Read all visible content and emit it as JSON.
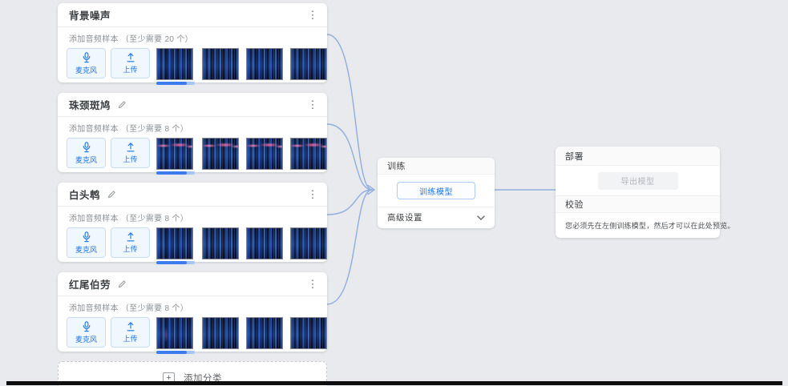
{
  "classes": [
    {
      "title": "背景噪声",
      "hint": "添加音频样本 （至少需要 20 个）"
    },
    {
      "title": "珠颈斑鸠",
      "hint": "添加音频样本 （至少需要 8 个）"
    },
    {
      "title": "白头鹎",
      "hint": "添加音频样本 （至少需要 8 个）"
    },
    {
      "title": "红尾伯劳",
      "hint": "添加音频样本 （至少需要 8 个）"
    }
  ],
  "sample_buttons": {
    "mic_label": "麦克风",
    "upload_label": "上传"
  },
  "add_class": {
    "label": "添加分类",
    "plus_glyph": "+"
  },
  "train_card": {
    "title": "训练",
    "train_button_label": "训练模型",
    "advanced_label": "高级设置"
  },
  "deploy_card": {
    "title": "部署",
    "export_button_label": "导出模型"
  },
  "preview_card": {
    "title": "校验",
    "message": "您必须先在左侧训练模型，然后才可以在此处预览。"
  },
  "icons": {
    "more_glyph": "⋮"
  },
  "colors": {
    "accent_blue": "#1a73e8",
    "connector": "#8fadde",
    "progress_bar": "#3d7cef",
    "background": "#e8eaed"
  }
}
